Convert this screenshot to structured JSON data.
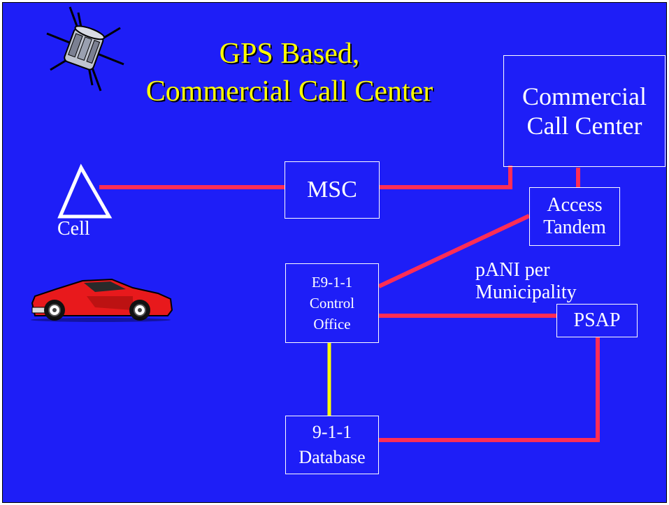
{
  "slide": {
    "title_line1": "GPS Based,",
    "title_line2": "Commercial Call Center",
    "background_color": "#1e1ef7",
    "title_color": "#ffff00",
    "line_color_red": "#ff2d55",
    "line_color_yellow": "#ffff00"
  },
  "nodes": {
    "commercial_call_center": [
      "Commercial",
      "Call Center"
    ],
    "msc": "MSC",
    "access_tandem": [
      "Access",
      "Tandem"
    ],
    "e911_control_office": [
      "E9-1-1",
      "Control",
      "Office"
    ],
    "psap": "PSAP",
    "database": [
      "9-1-1",
      "Database"
    ],
    "cell": "Cell"
  },
  "annotations": {
    "pani": [
      "pANI per",
      "Municipality"
    ]
  },
  "icons": [
    "satellite-icon",
    "cell-tower-icon",
    "sports-car-icon"
  ]
}
